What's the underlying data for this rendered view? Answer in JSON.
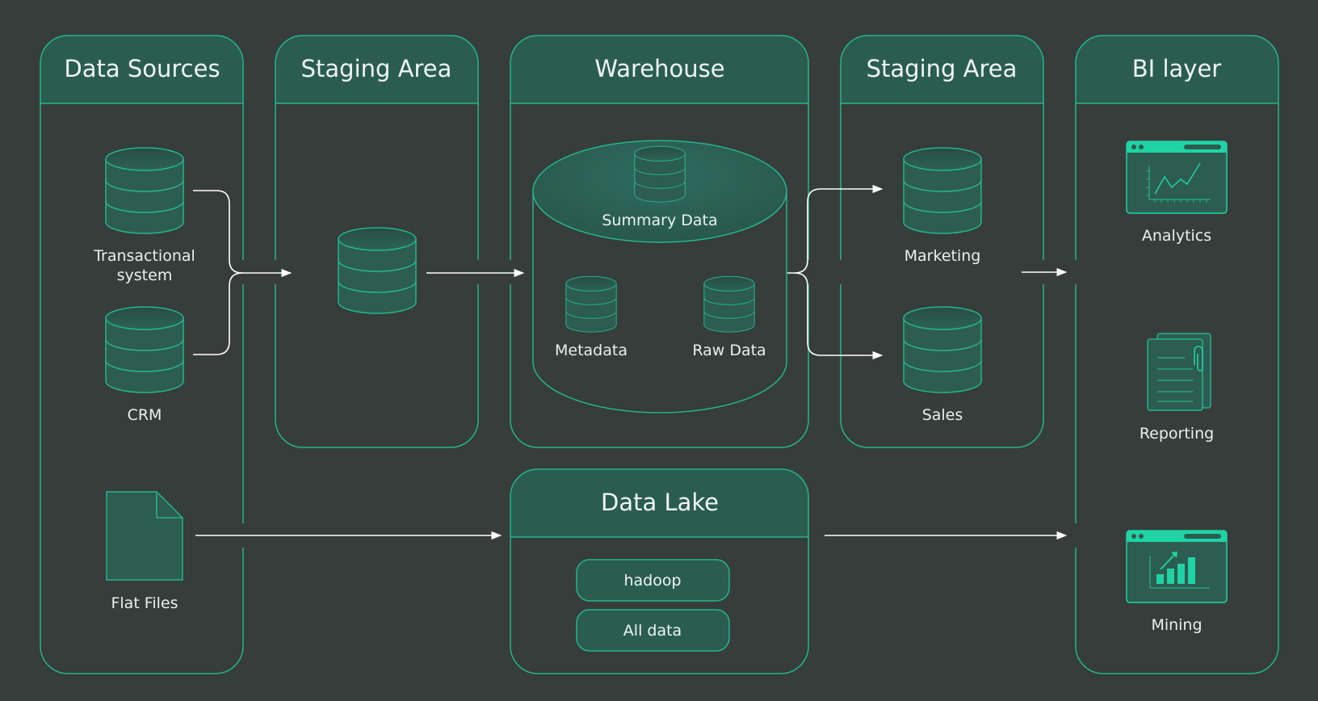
{
  "columns": {
    "data_sources": "Data Sources",
    "staging_in": "Staging Area",
    "warehouse": "Warehouse",
    "staging_out": "Staging Area",
    "bi_layer": "BI layer"
  },
  "sources": {
    "transactional_1": "Transactional",
    "transactional_2": "system",
    "crm": "CRM",
    "flat_files": "Flat Files"
  },
  "warehouse": {
    "summary": "Summary Data",
    "metadata": "Metadata",
    "raw": "Raw Data"
  },
  "marts": {
    "marketing": "Marketing",
    "sales": "Sales"
  },
  "bi": {
    "analytics": "Analytics",
    "reporting": "Reporting",
    "mining": "Mining"
  },
  "data_lake": {
    "title": "Data Lake",
    "hadoop": "hadoop",
    "all_data": "All data"
  },
  "colors": {
    "background": "#363d3b",
    "panel_header": "#2b5c50",
    "accent": "#1fd3a5",
    "outline": "#25b48c"
  },
  "icons": [
    "database-icon",
    "document-icon",
    "analytics-dashboard-icon",
    "report-icon",
    "mining-chart-icon"
  ]
}
